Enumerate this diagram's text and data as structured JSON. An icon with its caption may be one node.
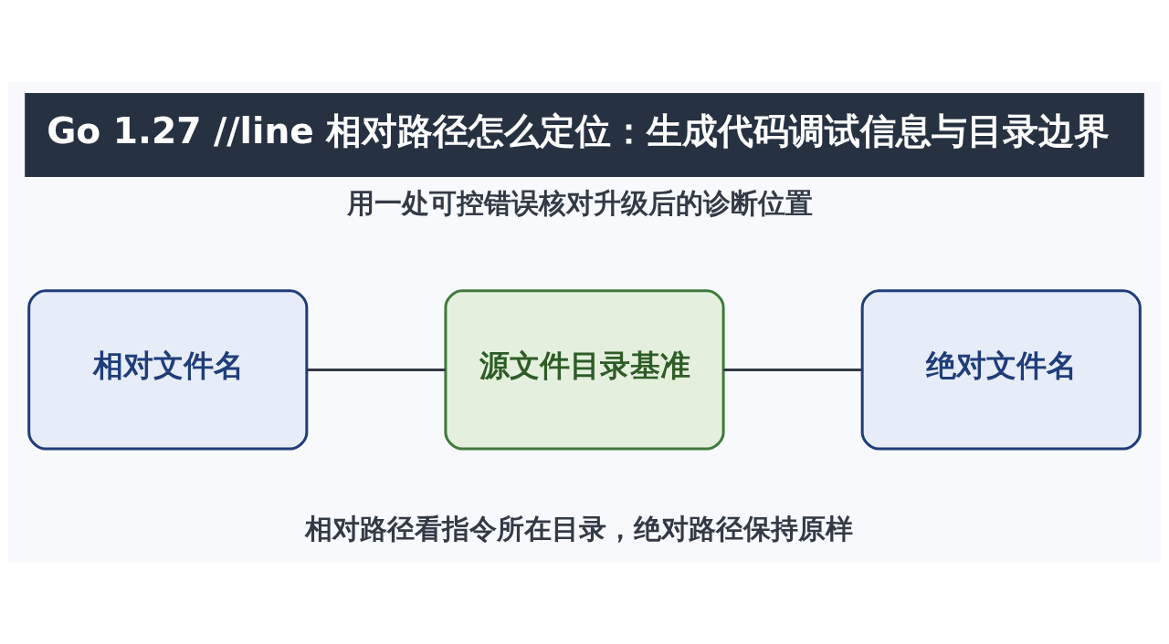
{
  "diagram": {
    "title": "Go 1.27 //line 相对路径怎么定位：生成代码调试信息与目录边界",
    "nodes": [
      {
        "text": [
          "相对文件名"
        ]
      },
      {
        "text": [
          "源文件目录基准"
        ]
      },
      {
        "text": [
          "绝对文件名"
        ]
      }
    ],
    "edges": [
      {
        "from": 0,
        "to": 1,
        "arrow": "none"
      },
      {
        "from": 1,
        "to": 2,
        "arrow": "none"
      }
    ],
    "labels": [
      "用一处可控错误核对升级后的诊断位置",
      "相对路径看指令所在目录，绝对路径保持原样"
    ]
  }
}
